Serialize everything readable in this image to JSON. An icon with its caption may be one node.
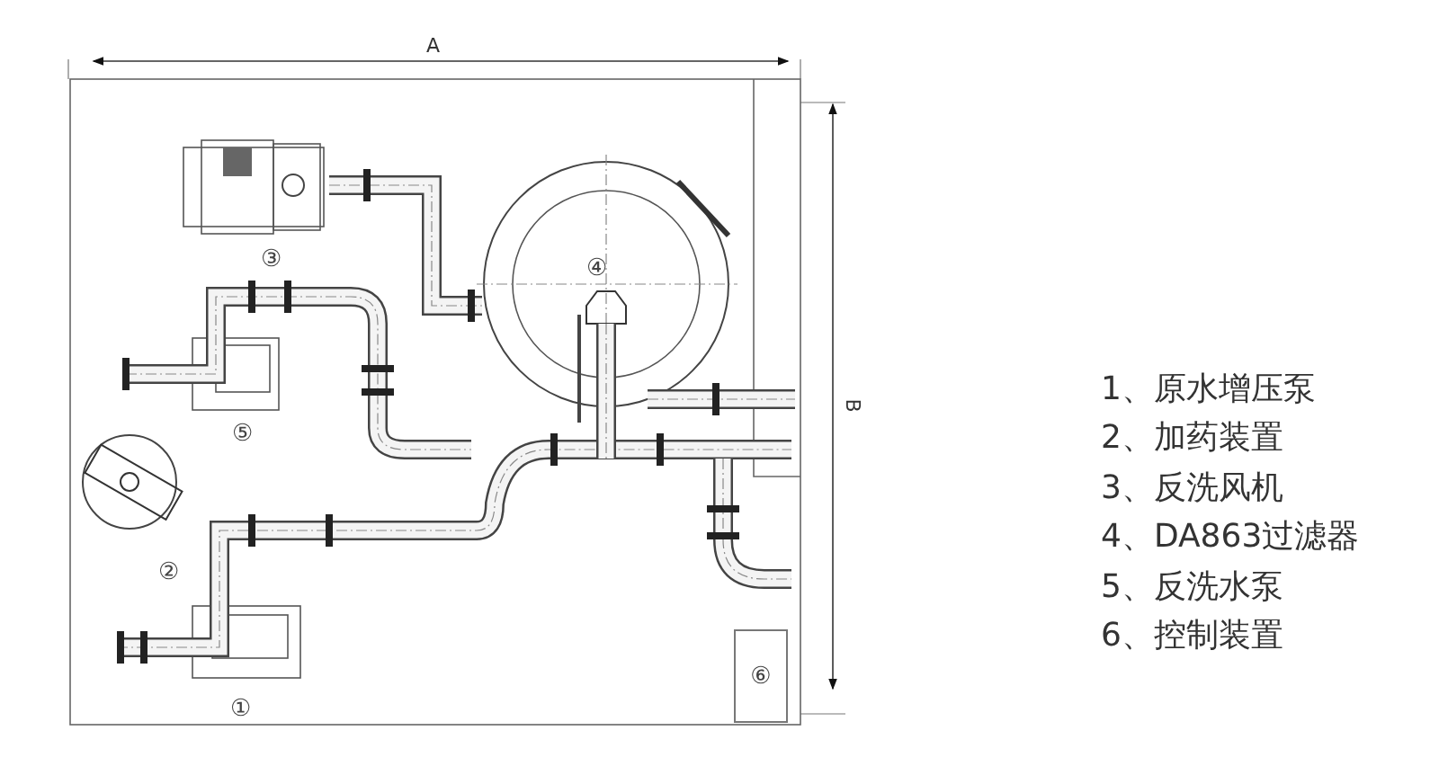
{
  "diagram": {
    "nodes": [
      {
        "text": [
          "⑥"
        ]
      }
    ],
    "labels": [
      "A",
      "③",
      "④",
      "B",
      "⑤",
      "②",
      "①",
      "1、原水增压泵",
      "2、加药装置",
      "3、反洗风机",
      "4、DA863过滤器",
      "5、反洗水泵",
      "6、控制装置"
    ]
  }
}
